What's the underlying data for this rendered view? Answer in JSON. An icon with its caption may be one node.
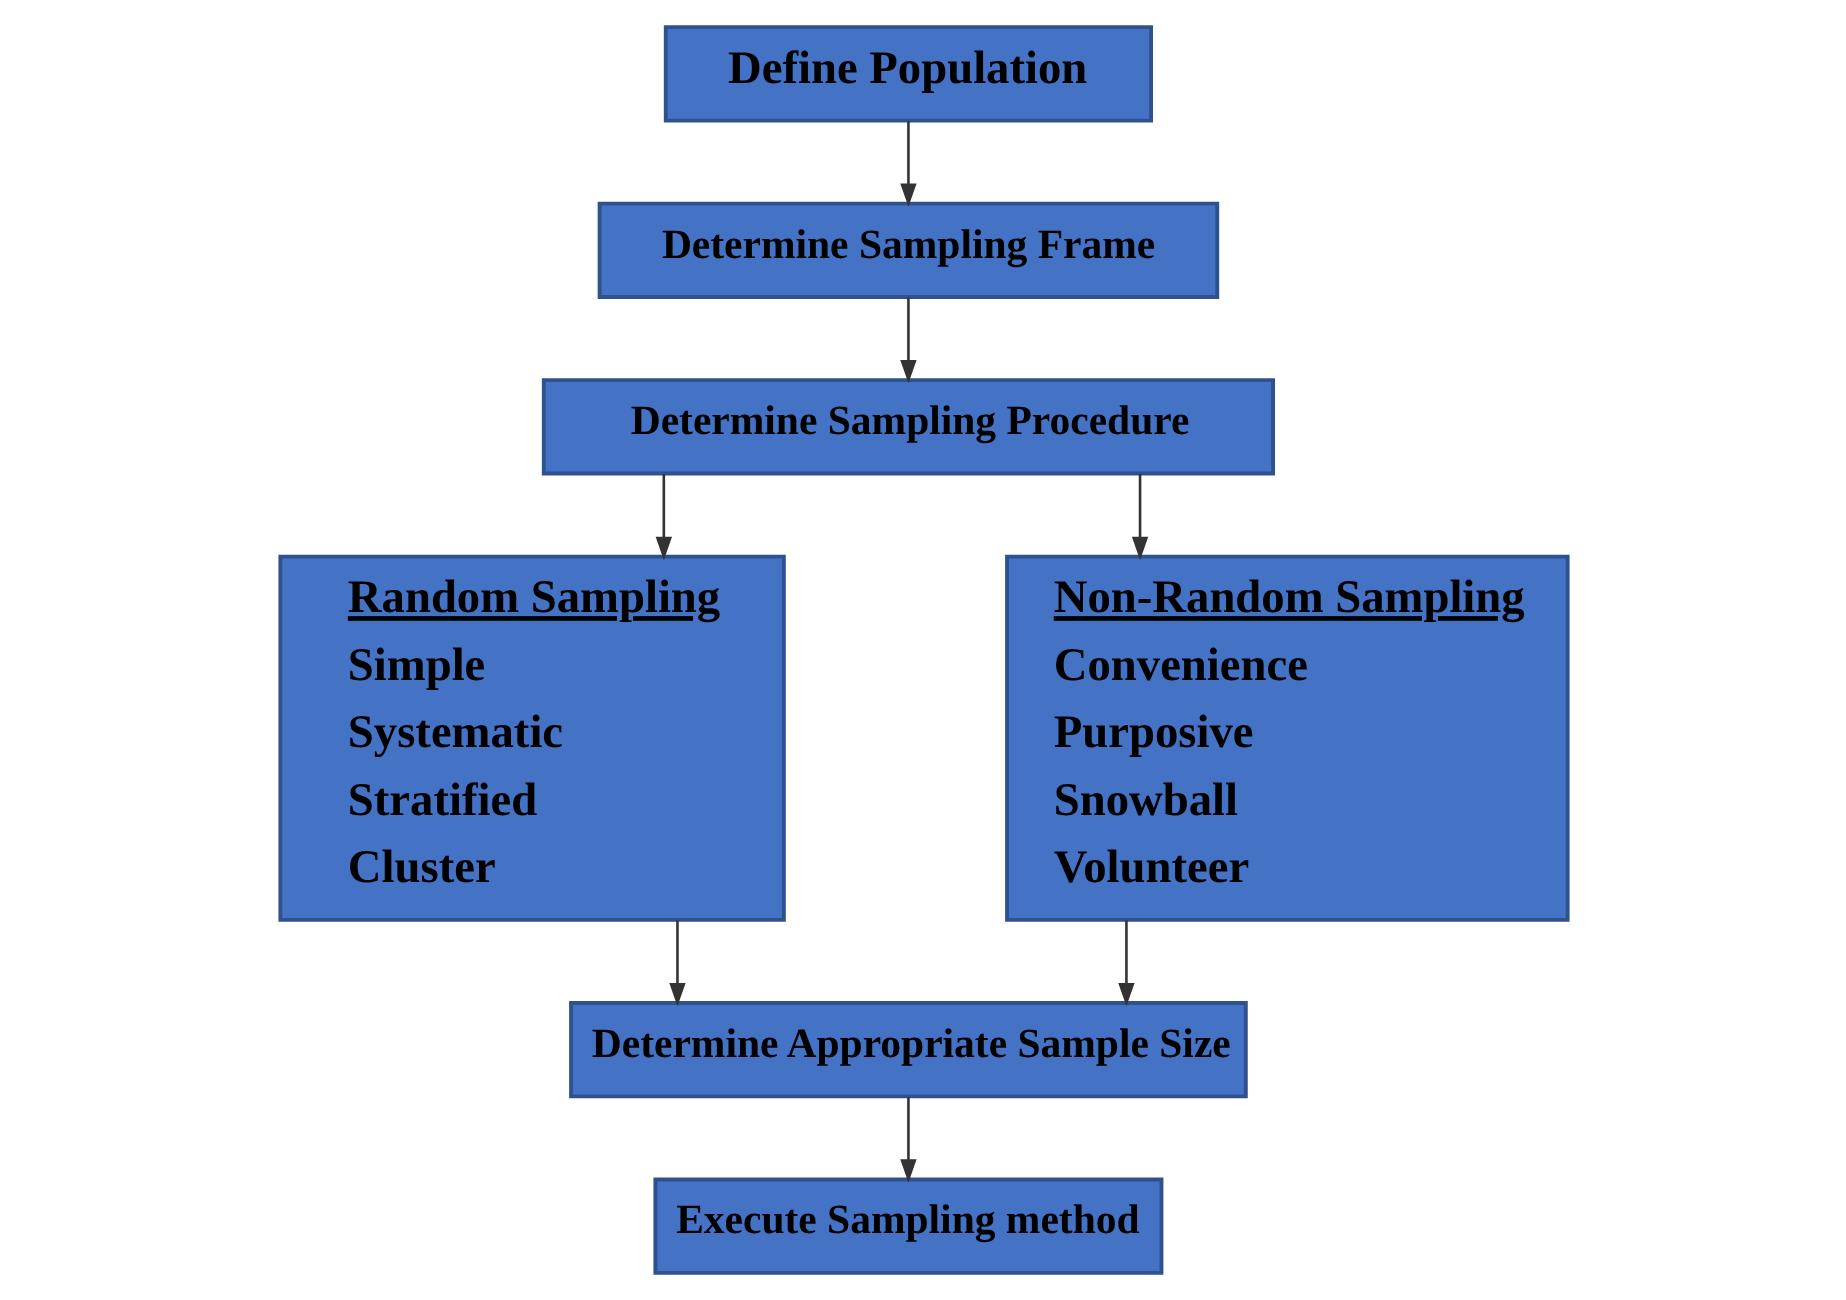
{
  "diagram": {
    "nodes": [
      {
        "text": [
          "Define Population"
        ]
      },
      {
        "text": [
          "Determine Sampling Frame"
        ]
      },
      {
        "text": [
          "Determine Sampling Procedure"
        ]
      },
      {
        "text": [
          "Random Sampling",
          "Simple",
          "Systematic",
          "Stratified",
          "Cluster"
        ]
      },
      {
        "text": [
          "Non-Random Sampling",
          "Convenience",
          "Purposive",
          "Snowball",
          "Volunteer"
        ]
      },
      {
        "text": [
          "Determine Appropriate Sample Size"
        ]
      },
      {
        "text": [
          "Execute Sampling method"
        ]
      }
    ],
    "edges": [
      {
        "from": 0,
        "to": 1,
        "arrow": "to"
      },
      {
        "from": 1,
        "to": 2,
        "arrow": "to"
      },
      {
        "from": 2,
        "to": 3,
        "arrow": "to"
      },
      {
        "from": 2,
        "to": 4,
        "arrow": "to"
      },
      {
        "from": 3,
        "to": 5,
        "arrow": "to"
      },
      {
        "from": 4,
        "to": 5,
        "arrow": "to"
      },
      {
        "from": 5,
        "to": 6,
        "arrow": "to"
      }
    ]
  }
}
